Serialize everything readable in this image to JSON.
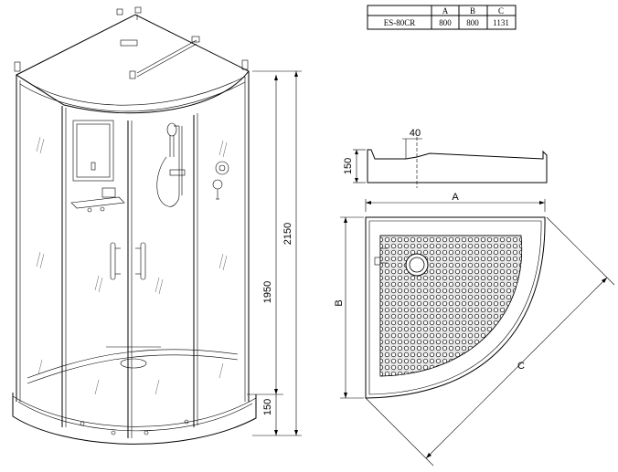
{
  "spec_table": {
    "headers": [
      "",
      "A",
      "B",
      "C"
    ],
    "rows": [
      [
        "ES-80CR",
        "800",
        "800",
        "1131"
      ]
    ]
  },
  "dimensions": {
    "total_height": "2150",
    "cabin_height": "1950",
    "tray_height": "150",
    "tray_profile_height": "150",
    "tray_drain_depth": "40",
    "tray_width_label": "A",
    "tray_depth_label": "B",
    "tray_diagonal_label": "C"
  },
  "colors": {
    "line": "#000000",
    "background": "#ffffff",
    "tray_fill": "#dcdcdc"
  }
}
